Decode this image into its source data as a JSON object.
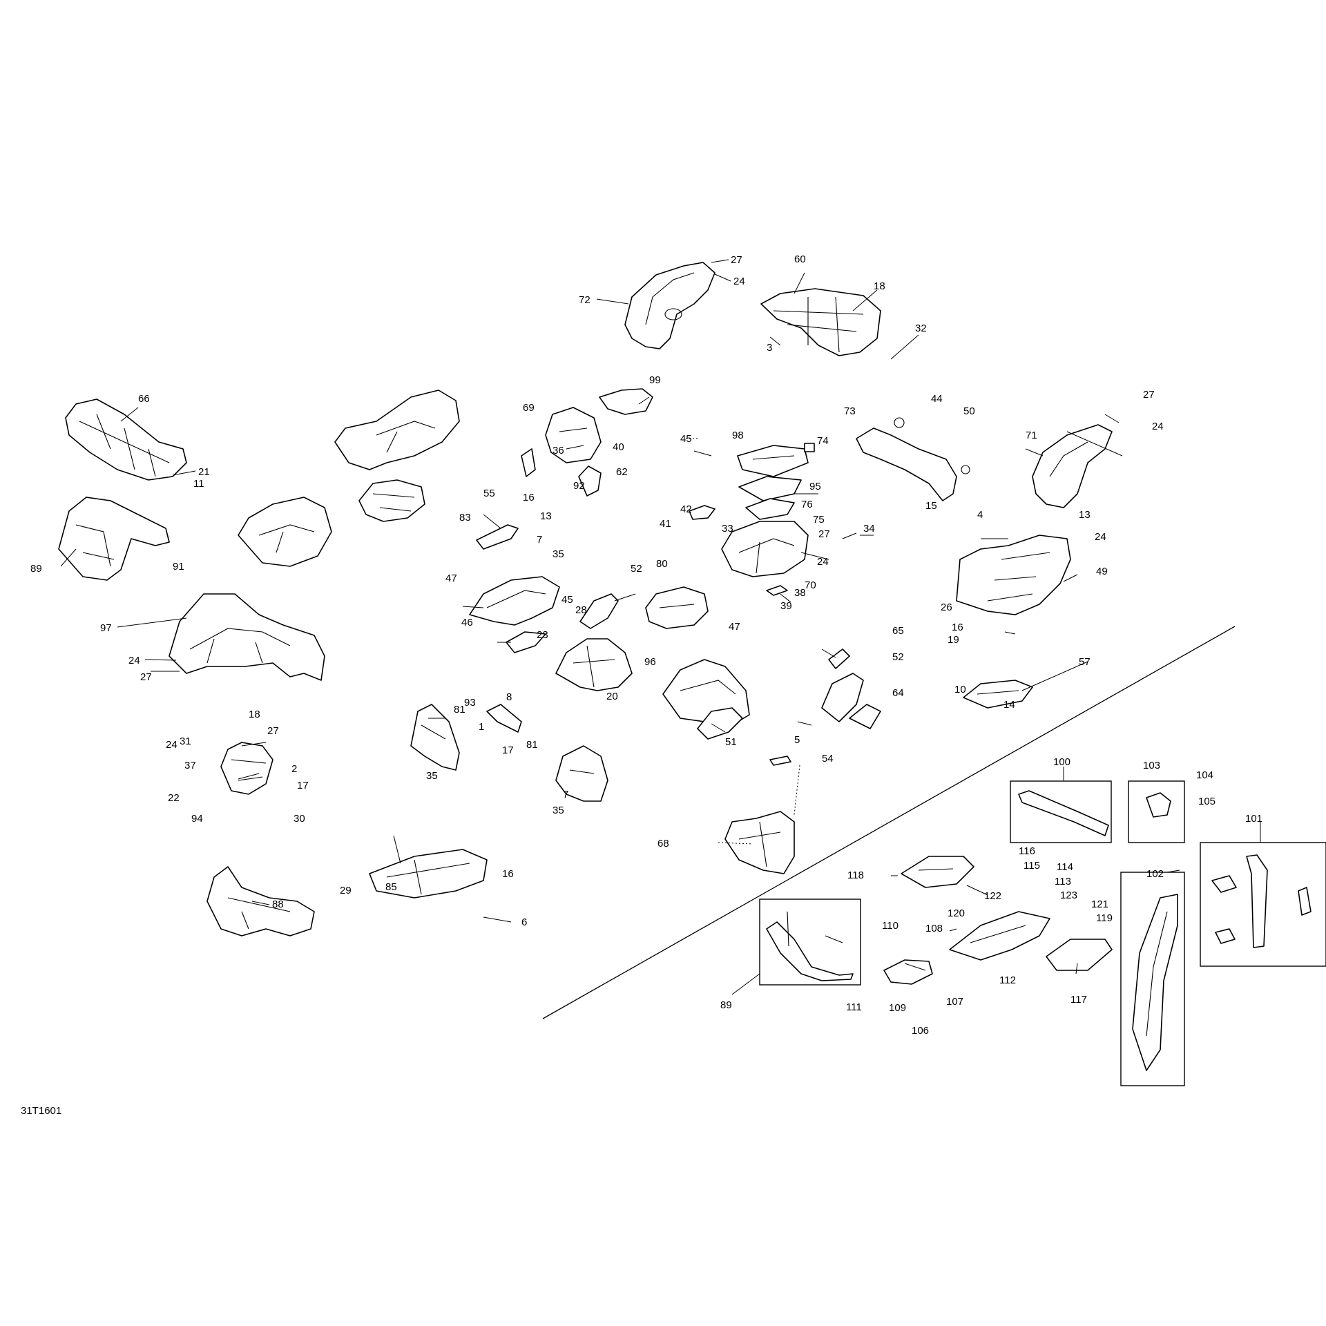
{
  "diagram_code": "31T1601",
  "callouts": [
    {
      "id": "c27a",
      "text": "27"
    },
    {
      "id": "c24a",
      "text": "24"
    },
    {
      "id": "c72",
      "text": "72"
    },
    {
      "id": "c60",
      "text": "60"
    },
    {
      "id": "c18a",
      "text": "18"
    },
    {
      "id": "c32",
      "text": "32"
    },
    {
      "id": "c3",
      "text": "3"
    },
    {
      "id": "c66",
      "text": "66"
    },
    {
      "id": "c21",
      "text": "21"
    },
    {
      "id": "c11",
      "text": "11"
    },
    {
      "id": "c89a",
      "text": "89"
    },
    {
      "id": "c91",
      "text": "91"
    },
    {
      "id": "c97",
      "text": "97"
    },
    {
      "id": "c24b",
      "text": "24"
    },
    {
      "id": "c27b",
      "text": "27"
    },
    {
      "id": "c69",
      "text": "69"
    },
    {
      "id": "c99",
      "text": "99"
    },
    {
      "id": "c45a",
      "text": "45"
    },
    {
      "id": "c36",
      "text": "36"
    },
    {
      "id": "c40",
      "text": "40"
    },
    {
      "id": "c62",
      "text": "62"
    },
    {
      "id": "c92",
      "text": "92"
    },
    {
      "id": "c55",
      "text": "55"
    },
    {
      "id": "c16a",
      "text": "16"
    },
    {
      "id": "c13a",
      "text": "13"
    },
    {
      "id": "c83",
      "text": "83"
    },
    {
      "id": "c7a",
      "text": "7"
    },
    {
      "id": "c35a",
      "text": "35"
    },
    {
      "id": "c47a",
      "text": "47"
    },
    {
      "id": "c45b",
      "text": "45"
    },
    {
      "id": "c52a",
      "text": "52"
    },
    {
      "id": "c46",
      "text": "46"
    },
    {
      "id": "c28",
      "text": "28"
    },
    {
      "id": "c23",
      "text": "23"
    },
    {
      "id": "c96",
      "text": "96"
    },
    {
      "id": "c20",
      "text": "20"
    },
    {
      "id": "c80",
      "text": "80"
    },
    {
      "id": "c41",
      "text": "41"
    },
    {
      "id": "c42",
      "text": "42"
    },
    {
      "id": "c98",
      "text": "98"
    },
    {
      "id": "c74",
      "text": "74"
    },
    {
      "id": "c95",
      "text": "95"
    },
    {
      "id": "c33",
      "text": "33"
    },
    {
      "id": "c76",
      "text": "76"
    },
    {
      "id": "c75",
      "text": "75"
    },
    {
      "id": "c27c",
      "text": "27"
    },
    {
      "id": "c24c",
      "text": "24"
    },
    {
      "id": "c70",
      "text": "70"
    },
    {
      "id": "c34",
      "text": "34"
    },
    {
      "id": "c38",
      "text": "38"
    },
    {
      "id": "c39",
      "text": "39"
    },
    {
      "id": "c73",
      "text": "73"
    },
    {
      "id": "c44",
      "text": "44"
    },
    {
      "id": "c50",
      "text": "50"
    },
    {
      "id": "c15",
      "text": "15"
    },
    {
      "id": "c27d",
      "text": "27"
    },
    {
      "id": "c24d",
      "text": "24"
    },
    {
      "id": "c71",
      "text": "71"
    },
    {
      "id": "c4",
      "text": "4"
    },
    {
      "id": "c13b",
      "text": "13"
    },
    {
      "id": "c24e",
      "text": "24"
    },
    {
      "id": "c49",
      "text": "49"
    },
    {
      "id": "c26",
      "text": "26"
    },
    {
      "id": "c16b",
      "text": "16"
    },
    {
      "id": "c19",
      "text": "19"
    },
    {
      "id": "c57",
      "text": "57"
    },
    {
      "id": "c10",
      "text": "10"
    },
    {
      "id": "c14",
      "text": "14"
    },
    {
      "id": "c31",
      "text": "31"
    },
    {
      "id": "c18b",
      "text": "18"
    },
    {
      "id": "c27e",
      "text": "27"
    },
    {
      "id": "c24f",
      "text": "24"
    },
    {
      "id": "c37",
      "text": "37"
    },
    {
      "id": "c2",
      "text": "2"
    },
    {
      "id": "c17a",
      "text": "17"
    },
    {
      "id": "c22",
      "text": "22"
    },
    {
      "id": "c94",
      "text": "94"
    },
    {
      "id": "c30",
      "text": "30"
    },
    {
      "id": "c93",
      "text": "93"
    },
    {
      "id": "c8",
      "text": "8"
    },
    {
      "id": "c1",
      "text": "1"
    },
    {
      "id": "c17b",
      "text": "17"
    },
    {
      "id": "c81a",
      "text": "81"
    },
    {
      "id": "c35b",
      "text": "35"
    },
    {
      "id": "c81b",
      "text": "81"
    },
    {
      "id": "c7b",
      "text": "7"
    },
    {
      "id": "c35c",
      "text": "35"
    },
    {
      "id": "c47b",
      "text": "47"
    },
    {
      "id": "c65",
      "text": "65"
    },
    {
      "id": "c52b",
      "text": "52"
    },
    {
      "id": "c64",
      "text": "64"
    },
    {
      "id": "c51",
      "text": "51"
    },
    {
      "id": "c5",
      "text": "5"
    },
    {
      "id": "c54",
      "text": "54"
    },
    {
      "id": "c68",
      "text": "68"
    },
    {
      "id": "c88",
      "text": "88"
    },
    {
      "id": "c29",
      "text": "29"
    },
    {
      "id": "c85",
      "text": "85"
    },
    {
      "id": "c16c",
      "text": "16"
    },
    {
      "id": "c6",
      "text": "6"
    },
    {
      "id": "c100",
      "text": "100"
    },
    {
      "id": "c103",
      "text": "103"
    },
    {
      "id": "c104",
      "text": "104"
    },
    {
      "id": "c105",
      "text": "105"
    },
    {
      "id": "c101",
      "text": "101"
    },
    {
      "id": "c102",
      "text": "102"
    },
    {
      "id": "c118",
      "text": "118"
    },
    {
      "id": "c116",
      "text": "116"
    },
    {
      "id": "c115",
      "text": "115"
    },
    {
      "id": "c114",
      "text": "114"
    },
    {
      "id": "c113",
      "text": "113"
    },
    {
      "id": "c122",
      "text": "122"
    },
    {
      "id": "c123",
      "text": "123"
    },
    {
      "id": "c120",
      "text": "120"
    },
    {
      "id": "c121",
      "text": "121"
    },
    {
      "id": "c119",
      "text": "119"
    },
    {
      "id": "c110",
      "text": "110"
    },
    {
      "id": "c108",
      "text": "108"
    },
    {
      "id": "c112",
      "text": "112"
    },
    {
      "id": "c117",
      "text": "117"
    },
    {
      "id": "c89b",
      "text": "89"
    },
    {
      "id": "c111",
      "text": "111"
    },
    {
      "id": "c109",
      "text": "109"
    },
    {
      "id": "c107",
      "text": "107"
    },
    {
      "id": "c106",
      "text": "106"
    }
  ]
}
